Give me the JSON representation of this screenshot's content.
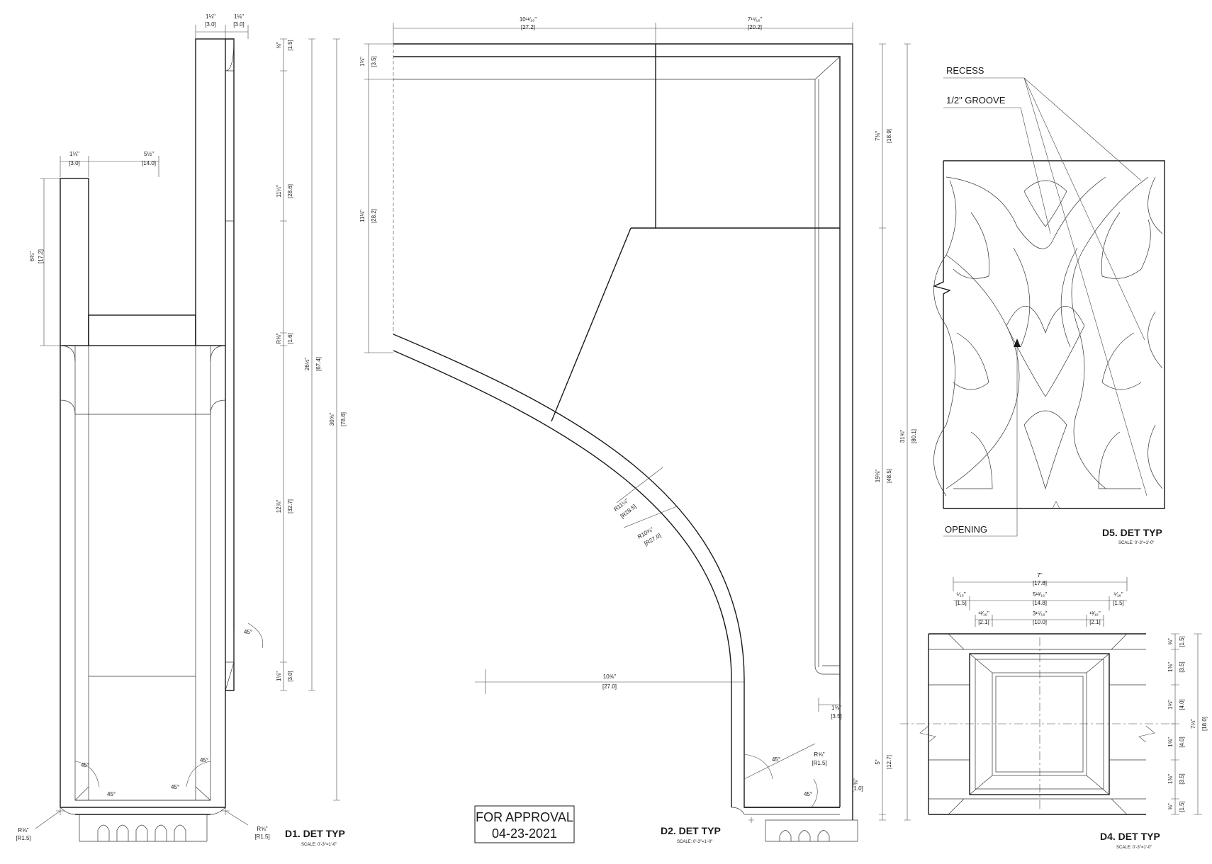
{
  "approval": {
    "line1": "FOR APPROVAL",
    "line2": "04-23-2021"
  },
  "details": {
    "d1": {
      "title": "D1. DET TYP",
      "scale": "SCALE: 0'-3\"=1'-0\""
    },
    "d2": {
      "title": "D2. DET TYP",
      "scale": "SCALE: 0'-3\"=1'-0\""
    },
    "d4": {
      "title": "D4. DET TYP",
      "scale": "SCALE: 0'-3\"=1'-0\""
    },
    "d5": {
      "title": "D5. DET TYP",
      "scale": "SCALE: 0'-3\"=1'-0\""
    }
  },
  "labels": {
    "recess": "RECESS",
    "groove": "1/2\" GROOVE",
    "opening": "OPENING"
  },
  "dims": {
    "d1_top_a": "1⅛\"",
    "d1_top_a_m": "[3.0]",
    "d1_top_b": "1⅛\"",
    "d1_top_b_m": "[3.0]",
    "d1_left_a": "1⅛\"",
    "d1_left_a_m": "[3.0]",
    "d1_left_b": "5½\"",
    "d1_left_b_m": "[14.0]",
    "d1_h1": "6¾\"",
    "d1_h1_m": "[17.2]",
    "d1_r1": "⅝\"",
    "d1_r1_m": "[1.5]",
    "d1_r2": "11¼\"",
    "d1_r2_m": "[28.6]",
    "d1_r3": "R⅝\"",
    "d1_r3_m": "[1.6]",
    "d1_r4": "12⅞\"",
    "d1_r4_m": "[32.7]",
    "d1_r5": "1⅛\"",
    "d1_r5_m": "[3.0]",
    "d1_h2": "26½\"",
    "d1_h2_m": "[67.4]",
    "d1_h3": "30⅝\"",
    "d1_h3_m": "[78.6]",
    "d1_rad_l": "R⅝\"",
    "d1_rad_l_m": "[R1.5]",
    "d1_rad_r": "R⅝\"",
    "d1_rad_r_m": "[R1.5]",
    "a45": "45°",
    "d2_top_a": "10¹¹⁄₁₆\"",
    "d2_top_a_m": "[27.2]",
    "d2_top_b": "7¹⁵⁄₁₆\"",
    "d2_top_b_m": "[20.2]",
    "d2_l1": "1⅜\"",
    "d2_l1_m": "[3.5]",
    "d2_l2": "11⅛\"",
    "d2_l2_m": "[28.2]",
    "d2_r1": "7⅜\"",
    "d2_r1_m": "[18.9]",
    "d2_r2": "19⅛\"",
    "d2_r2_m": "[48.5]",
    "d2_r3": "5\"",
    "d2_r3_m": "[12.7]",
    "d2_r4": "⅜\"",
    "d2_r4_m": "[1.0]",
    "d2_h": "31⅝\"",
    "d2_h_m": "[80.1]",
    "d2_rad1": "R11¼\"",
    "d2_rad1_m": "[R28.5]",
    "d2_rad2": "R10⅝\"",
    "d2_rad2_m": "[R27.0]",
    "d2_w": "10⅝\"",
    "d2_w_m": "[27.0]",
    "d2_b": "1⅜\"",
    "d2_b_m": "[3.5]",
    "d2_rad3": "R⅝\"",
    "d2_rad3_m": "[R1.5]",
    "d4_w": "7\"",
    "d4_w_m": "[17.8]",
    "d4_a": "⁵⁄₁₆\"",
    "d4_a_m": "[1.5]",
    "d4_b": "5¹³⁄₁₆\"",
    "d4_b_m": "[14.8]",
    "d4_c": "⁵⁄₁₆\"",
    "d4_c_m": "[1.5]",
    "d4_d": "¹³⁄₁₆\"",
    "d4_d_m": "[2.1]",
    "d4_e": "3¹⁵⁄₁₆\"",
    "d4_e_m": "[10.0]",
    "d4_f": "¹³⁄₁₆\"",
    "d4_f_m": "[2.1]",
    "d4_v1": "⅝\"",
    "d4_v1_m": "[1.5]",
    "d4_v2": "1⅜\"",
    "d4_v2_m": "[3.5]",
    "d4_v3": "1⅝\"",
    "d4_v3_m": "[4.0]",
    "d4_v4": "1⅝\"",
    "d4_v4_m": "[4.0]",
    "d4_v5": "1⅜\"",
    "d4_v5_m": "[3.5]",
    "d4_v6": "⅝\"",
    "d4_v6_m": "[1.5]",
    "d4_h": "7⅛\"",
    "d4_h_m": "[18.0]"
  }
}
